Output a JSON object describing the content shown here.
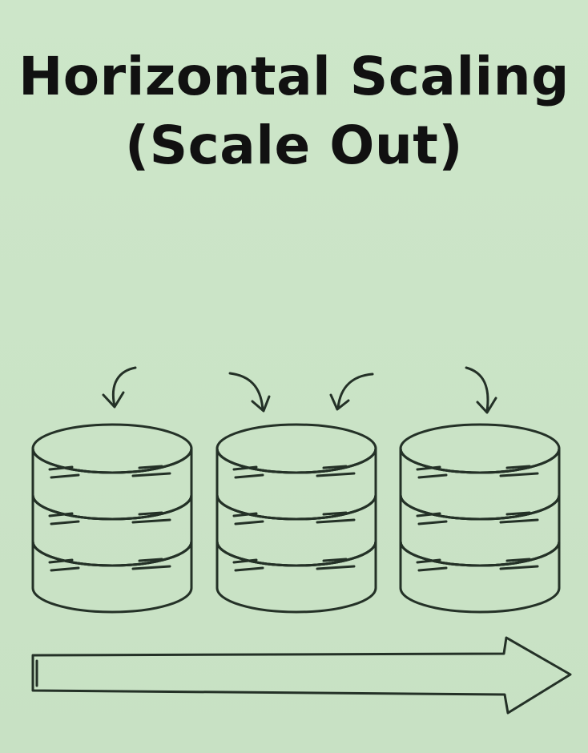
{
  "title": {
    "line1": "Horizontal Scaling",
    "line2": "(Scale Out)"
  },
  "diagram": {
    "databases": [
      {
        "name": "database-1",
        "icon": "database-icon",
        "fill": "#9ec7d8"
      },
      {
        "name": "database-2",
        "icon": "database-icon",
        "fill": "#a9cf77"
      },
      {
        "name": "database-3",
        "icon": "database-icon",
        "fill": "#a9cf77"
      }
    ],
    "arrow_icon": "curved-arrow-icon",
    "bottom_arrow": {
      "icon": "right-arrow-icon",
      "fill": "#b9db88"
    }
  }
}
